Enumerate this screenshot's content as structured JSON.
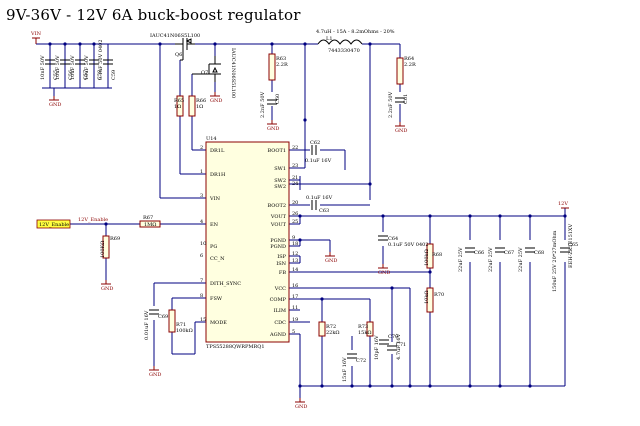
{
  "title": "9V-36V - 12V 6A buck-boost regulator",
  "nets": {
    "vin": "VIN",
    "out": "12V",
    "enable_box": "12V_Enable",
    "enable_net": "12V_Enable",
    "gnd": "GND"
  },
  "ic": {
    "ref": "U14",
    "part": "TPS55288QWRPMRQ1",
    "left_pins": [
      {
        "num": "2",
        "name": "DR1L"
      },
      {
        "num": "1",
        "name": "DR1H"
      },
      {
        "num": "3",
        "name": "VIN"
      },
      {
        "num": "4",
        "name": "EN"
      },
      {
        "num": "10",
        "name": "PG"
      },
      {
        "num": "6",
        "name": "CC_N"
      },
      {
        "num": "7",
        "name": "DITH_SYNC"
      },
      {
        "num": "8",
        "name": "FSW"
      },
      {
        "num": "15",
        "name": "MODE"
      }
    ],
    "right_pins": [
      {
        "num": "22",
        "name": "BOOT1"
      },
      {
        "num": "23",
        "name": "SW1"
      },
      {
        "num": "21",
        "name": "SW2"
      },
      {
        "num": "24",
        "name": "SW2"
      },
      {
        "num": "20",
        "name": "BOOT2"
      },
      {
        "num": "26",
        "name": "VOUT"
      },
      {
        "num": "25",
        "name": "VOUT"
      },
      {
        "num": "9",
        "name": "PGND"
      },
      {
        "num": "18",
        "name": "PGND"
      },
      {
        "num": "12",
        "name": "ISP"
      },
      {
        "num": "13",
        "name": "ISN"
      },
      {
        "num": "14",
        "name": "FB"
      },
      {
        "num": "16",
        "name": "VCC"
      },
      {
        "num": "17",
        "name": "COMP"
      },
      {
        "num": "11",
        "name": "ILIM"
      },
      {
        "num": "19",
        "name": "CDC"
      },
      {
        "num": "5",
        "name": "AGND"
      }
    ]
  },
  "components": {
    "c_in": [
      {
        "ref": "C55",
        "val": "10nF 50V"
      },
      {
        "ref": "C56",
        "val": "10uF 50V"
      },
      {
        "ref": "C57",
        "val": "10uF 50V"
      },
      {
        "ref": "C58",
        "val": "10uF 50V"
      },
      {
        "ref": "C59",
        "val": "0.1uF 50V 0402"
      }
    ],
    "q6": {
      "ref": "Q6",
      "part": "IAUC41N06S5L100"
    },
    "q7": {
      "ref": "Q7",
      "part": "IAUC41N06S5L100"
    },
    "l1": {
      "ref": "L1",
      "part": "7443330470",
      "val": "4.7uH - 15A - 8.2mOhms - 20%"
    },
    "r63": {
      "ref": "R63",
      "val": "2.2R"
    },
    "c60": {
      "ref": "C60",
      "val": "2.2nF 50V"
    },
    "r64": {
      "ref": "R64",
      "val": "2.2R"
    },
    "c61": {
      "ref": "C61",
      "val": "2.2nF 50V"
    },
    "r65": {
      "ref": "R65",
      "val": "1Ω"
    },
    "r66": {
      "ref": "R66",
      "val": "1Ω"
    },
    "c62": {
      "ref": "C62",
      "val": "0.1uF 16V"
    },
    "c63": {
      "ref": "C63",
      "val": "0.1uF 16V"
    },
    "r67": {
      "ref": "R67",
      "val": "1MΩ"
    },
    "r69": {
      "ref": "R69",
      "val": "100KΩ"
    },
    "c64": {
      "ref": "C64",
      "val": "0.1uF 50V 0402"
    },
    "r68": {
      "ref": "R68",
      "val": "100kΩ"
    },
    "r70": {
      "ref": "R70",
      "val": "10kΩ"
    },
    "c66": {
      "ref": "C66",
      "val": "22uF 25V"
    },
    "c67": {
      "ref": "C67",
      "val": "22uF 25V"
    },
    "c68": {
      "ref": "C68",
      "val": "22uF 25V"
    },
    "c65": {
      "ref": "C65",
      "val": "150uF 25V 20*27mOhm",
      "part": "EEH-ZK1E151XV"
    },
    "c69": {
      "ref": "C69",
      "val": "0.01uF 16V"
    },
    "r71": {
      "ref": "R71",
      "val": "100kΩ"
    },
    "r72": {
      "ref": "R72",
      "val": "22kΩ"
    },
    "r73": {
      "ref": "R73",
      "val": "15kΩ"
    },
    "c72": {
      "ref": "C72",
      "val": "15nF 16V"
    },
    "c70": {
      "ref": "C70",
      "val": "10pF 16V"
    },
    "c71": {
      "ref": "C71",
      "val": "4.7uF 16V"
    }
  }
}
